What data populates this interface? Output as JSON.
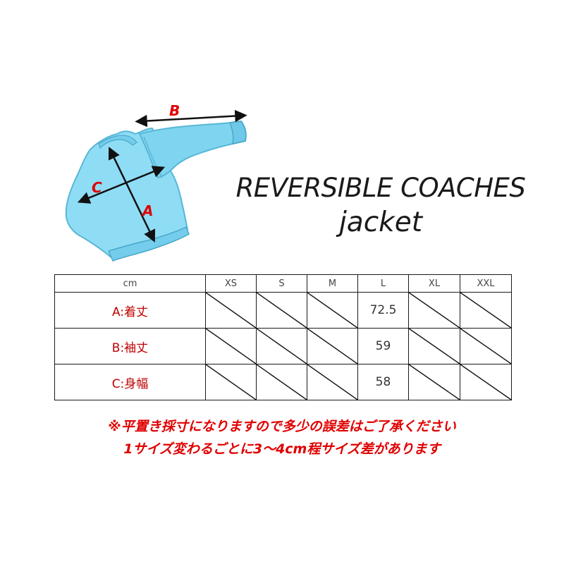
{
  "illustration": {
    "label_a": "A",
    "label_b": "B",
    "label_c": "C",
    "garment_color": "#8fdcf5",
    "label_color": "#e00000"
  },
  "title": {
    "line1": "REVERSIBLE COACHES",
    "line2": "jacket"
  },
  "table": {
    "unit_header": "cm",
    "sizes": [
      "XS",
      "S",
      "M",
      "L",
      "XL",
      "XXL"
    ],
    "rows": [
      {
        "label": "A:着丈",
        "values": [
          "",
          "",
          "",
          "72.5",
          "",
          ""
        ]
      },
      {
        "label": "B:袖丈",
        "values": [
          "",
          "",
          "",
          "59",
          "",
          ""
        ]
      },
      {
        "label": "C:身幅",
        "values": [
          "",
          "",
          "",
          "58",
          "",
          ""
        ]
      }
    ]
  },
  "notes": {
    "line1": "※平置き採寸になりますので多少の誤差はご了承ください",
    "line2": "1サイズ変わるごとに3～4cm程サイズ差があります"
  }
}
